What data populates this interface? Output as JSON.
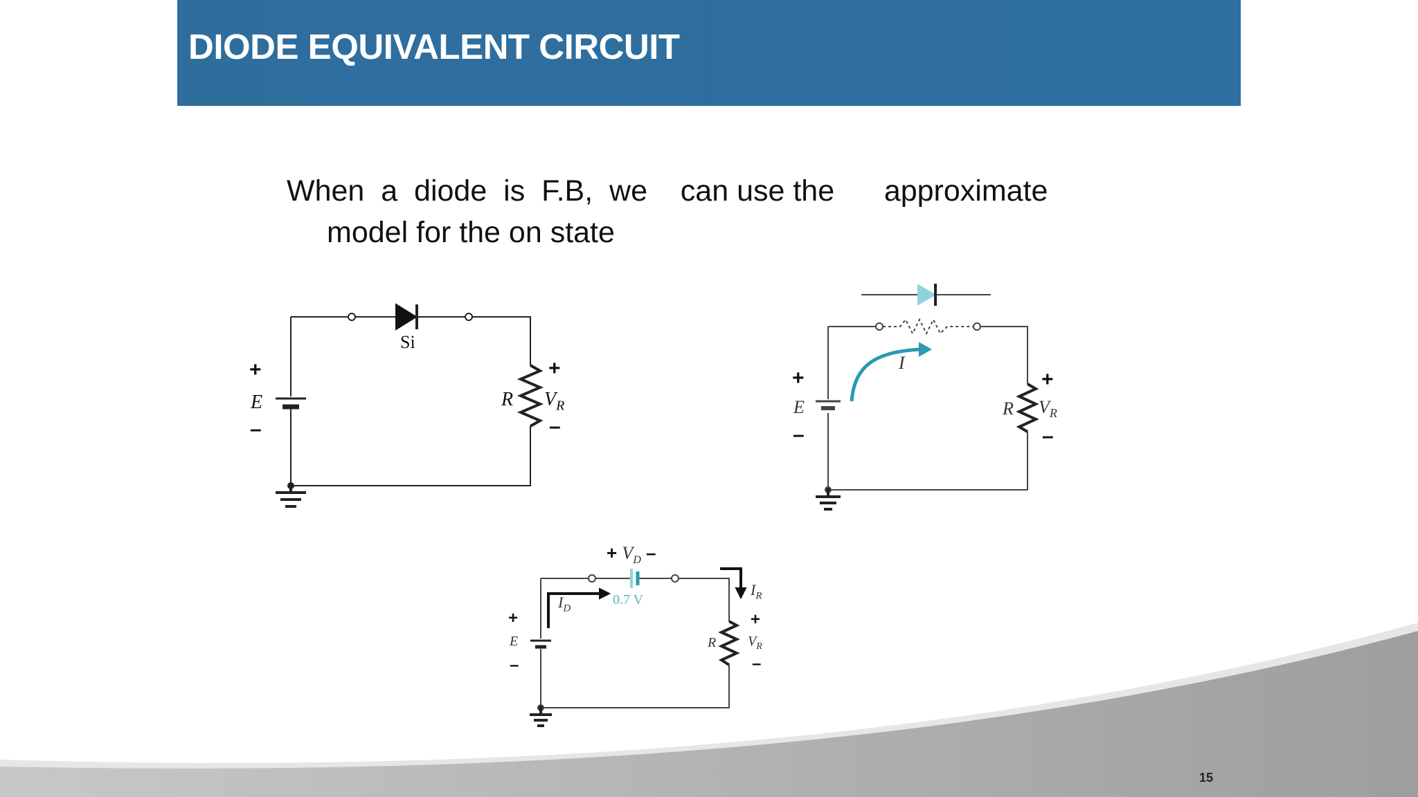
{
  "slide": {
    "title": "DIODE EQUIVALENT CIRCUIT",
    "text_line1": "When  a  diode  is  F.B,  we    can use the      approximate",
    "text_line2": "model for the on state",
    "page_number": "15"
  },
  "circuits": {
    "c1": {
      "diode_label": "Si",
      "plus": "+",
      "minus": "–",
      "source": "E",
      "resistor": "R",
      "v_r": "V",
      "v_r_sub": "R"
    },
    "c2": {
      "current": "I",
      "plus": "+",
      "minus": "–",
      "source": "E",
      "resistor": "R",
      "v_r": "V",
      "v_r_sub": "R"
    },
    "c3": {
      "vd_plus": "+",
      "vd": "V",
      "vd_sub": "D",
      "vd_minus": "–",
      "drop": "0.7 V",
      "id": "I",
      "id_sub": "D",
      "ir": "I",
      "ir_sub": "R",
      "plus": "+",
      "minus": "–",
      "source": "E",
      "resistor": "R",
      "v_r": "V",
      "v_r_sub": "R"
    }
  },
  "colors": {
    "title_bar": "#2f6d9d",
    "accent_teal": "#2a9bb0",
    "footer_gray": "#a9a9a9"
  }
}
